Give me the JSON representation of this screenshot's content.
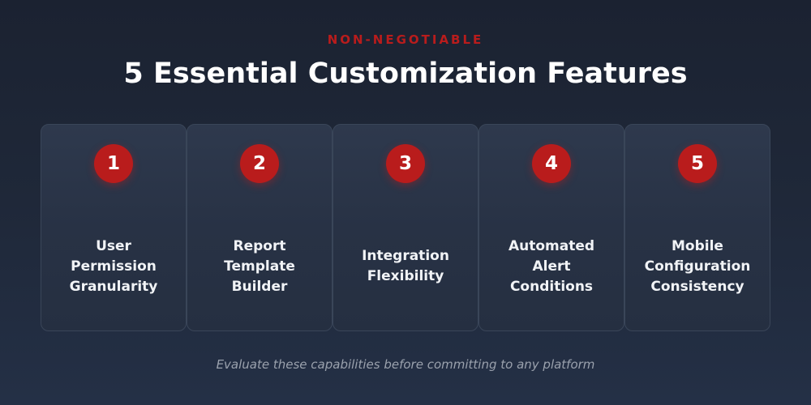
{
  "header": {
    "eyebrow": "NON-NEGOTIABLE",
    "title": "5 Essential Customization Features"
  },
  "features": [
    {
      "number": "1",
      "lines": [
        "User",
        "Permission",
        "Granularity"
      ]
    },
    {
      "number": "2",
      "lines": [
        "Report",
        "Template",
        "Builder"
      ]
    },
    {
      "number": "3",
      "lines": [
        "Integration",
        "Flexibility"
      ]
    },
    {
      "number": "4",
      "lines": [
        "Automated",
        "Alert",
        "Conditions"
      ]
    },
    {
      "number": "5",
      "lines": [
        "Mobile",
        "Configuration",
        "Consistency"
      ]
    }
  ],
  "footer": {
    "note": "Evaluate these capabilities before committing to any platform"
  },
  "colors": {
    "accent": "#b91c1c",
    "background_top": "#1b2231",
    "background_bottom": "#243046",
    "card": "#2b3548",
    "text": "#ffffff",
    "muted": "#9aa1ad"
  }
}
